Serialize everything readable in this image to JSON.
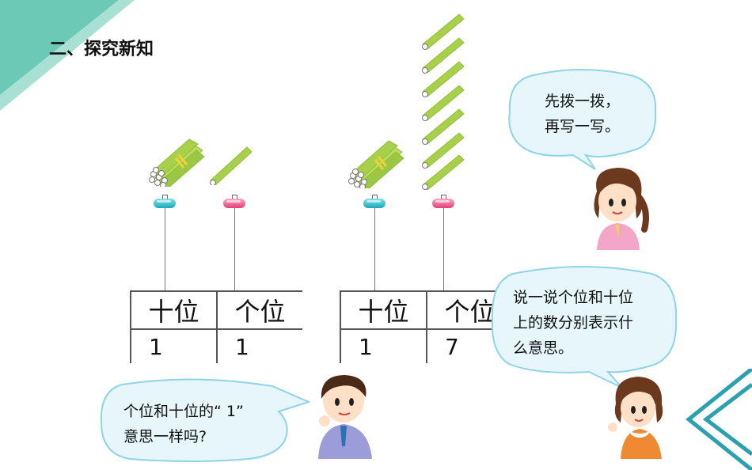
{
  "section_title": "二、探究新知",
  "abacus_left": {
    "table": {
      "headers": [
        "十位",
        "个位"
      ],
      "values": [
        "1",
        "1"
      ]
    }
  },
  "abacus_right": {
    "table": {
      "headers": [
        "十位",
        "个位"
      ],
      "values": [
        "1",
        "7"
      ]
    }
  },
  "bubbles": {
    "top_right": [
      "先拨一拨，",
      "再写一写。"
    ],
    "middle_right": [
      "说一说个位和十位",
      "上的数分别表示什",
      "么意思。"
    ],
    "bottom_left": [
      "个位和十位的“ 1”",
      "意思一样吗?"
    ]
  },
  "colors": {
    "accent_teal": "#6cc9b5",
    "bead_teal": "#1aa9b7",
    "bead_pink": "#e33e78",
    "stick_green": "#a8d04a",
    "bubble_fill": "#e6f6fb",
    "bubble_stroke": "#8fd3e8",
    "corner_chevron": "#2aa0b0"
  }
}
